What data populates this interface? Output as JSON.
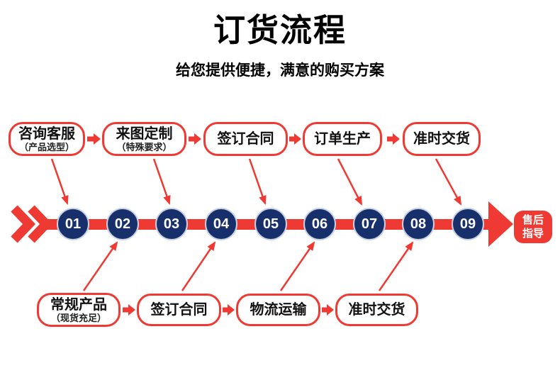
{
  "header": {
    "title": "订货流程",
    "subtitle": "给您提供便捷，满意的购买方案"
  },
  "top_row": [
    {
      "label": "咨询客服",
      "sublabel": "（产品选型）"
    },
    {
      "label": "来图定制",
      "sublabel": "（特殊要求）"
    },
    {
      "label": "签订合同"
    },
    {
      "label": "订单生产"
    },
    {
      "label": "准时交货"
    }
  ],
  "bottom_row": [
    {
      "label": "常规产品",
      "sublabel": "（现货充足）"
    },
    {
      "label": "签订合同"
    },
    {
      "label": "物流运输"
    },
    {
      "label": "准时交货"
    }
  ],
  "timeline": {
    "steps": [
      "01",
      "02",
      "03",
      "04",
      "05",
      "06",
      "07",
      "08",
      "09"
    ],
    "end_badge": {
      "line1": "售后",
      "line2": "指导"
    }
  },
  "icons": {
    "left_start": "double-right-chevron",
    "flow_end": "right-arrowhead",
    "connector": "right-arrow"
  },
  "colors": {
    "red": "#ee3a33",
    "navy": "#17306b"
  }
}
